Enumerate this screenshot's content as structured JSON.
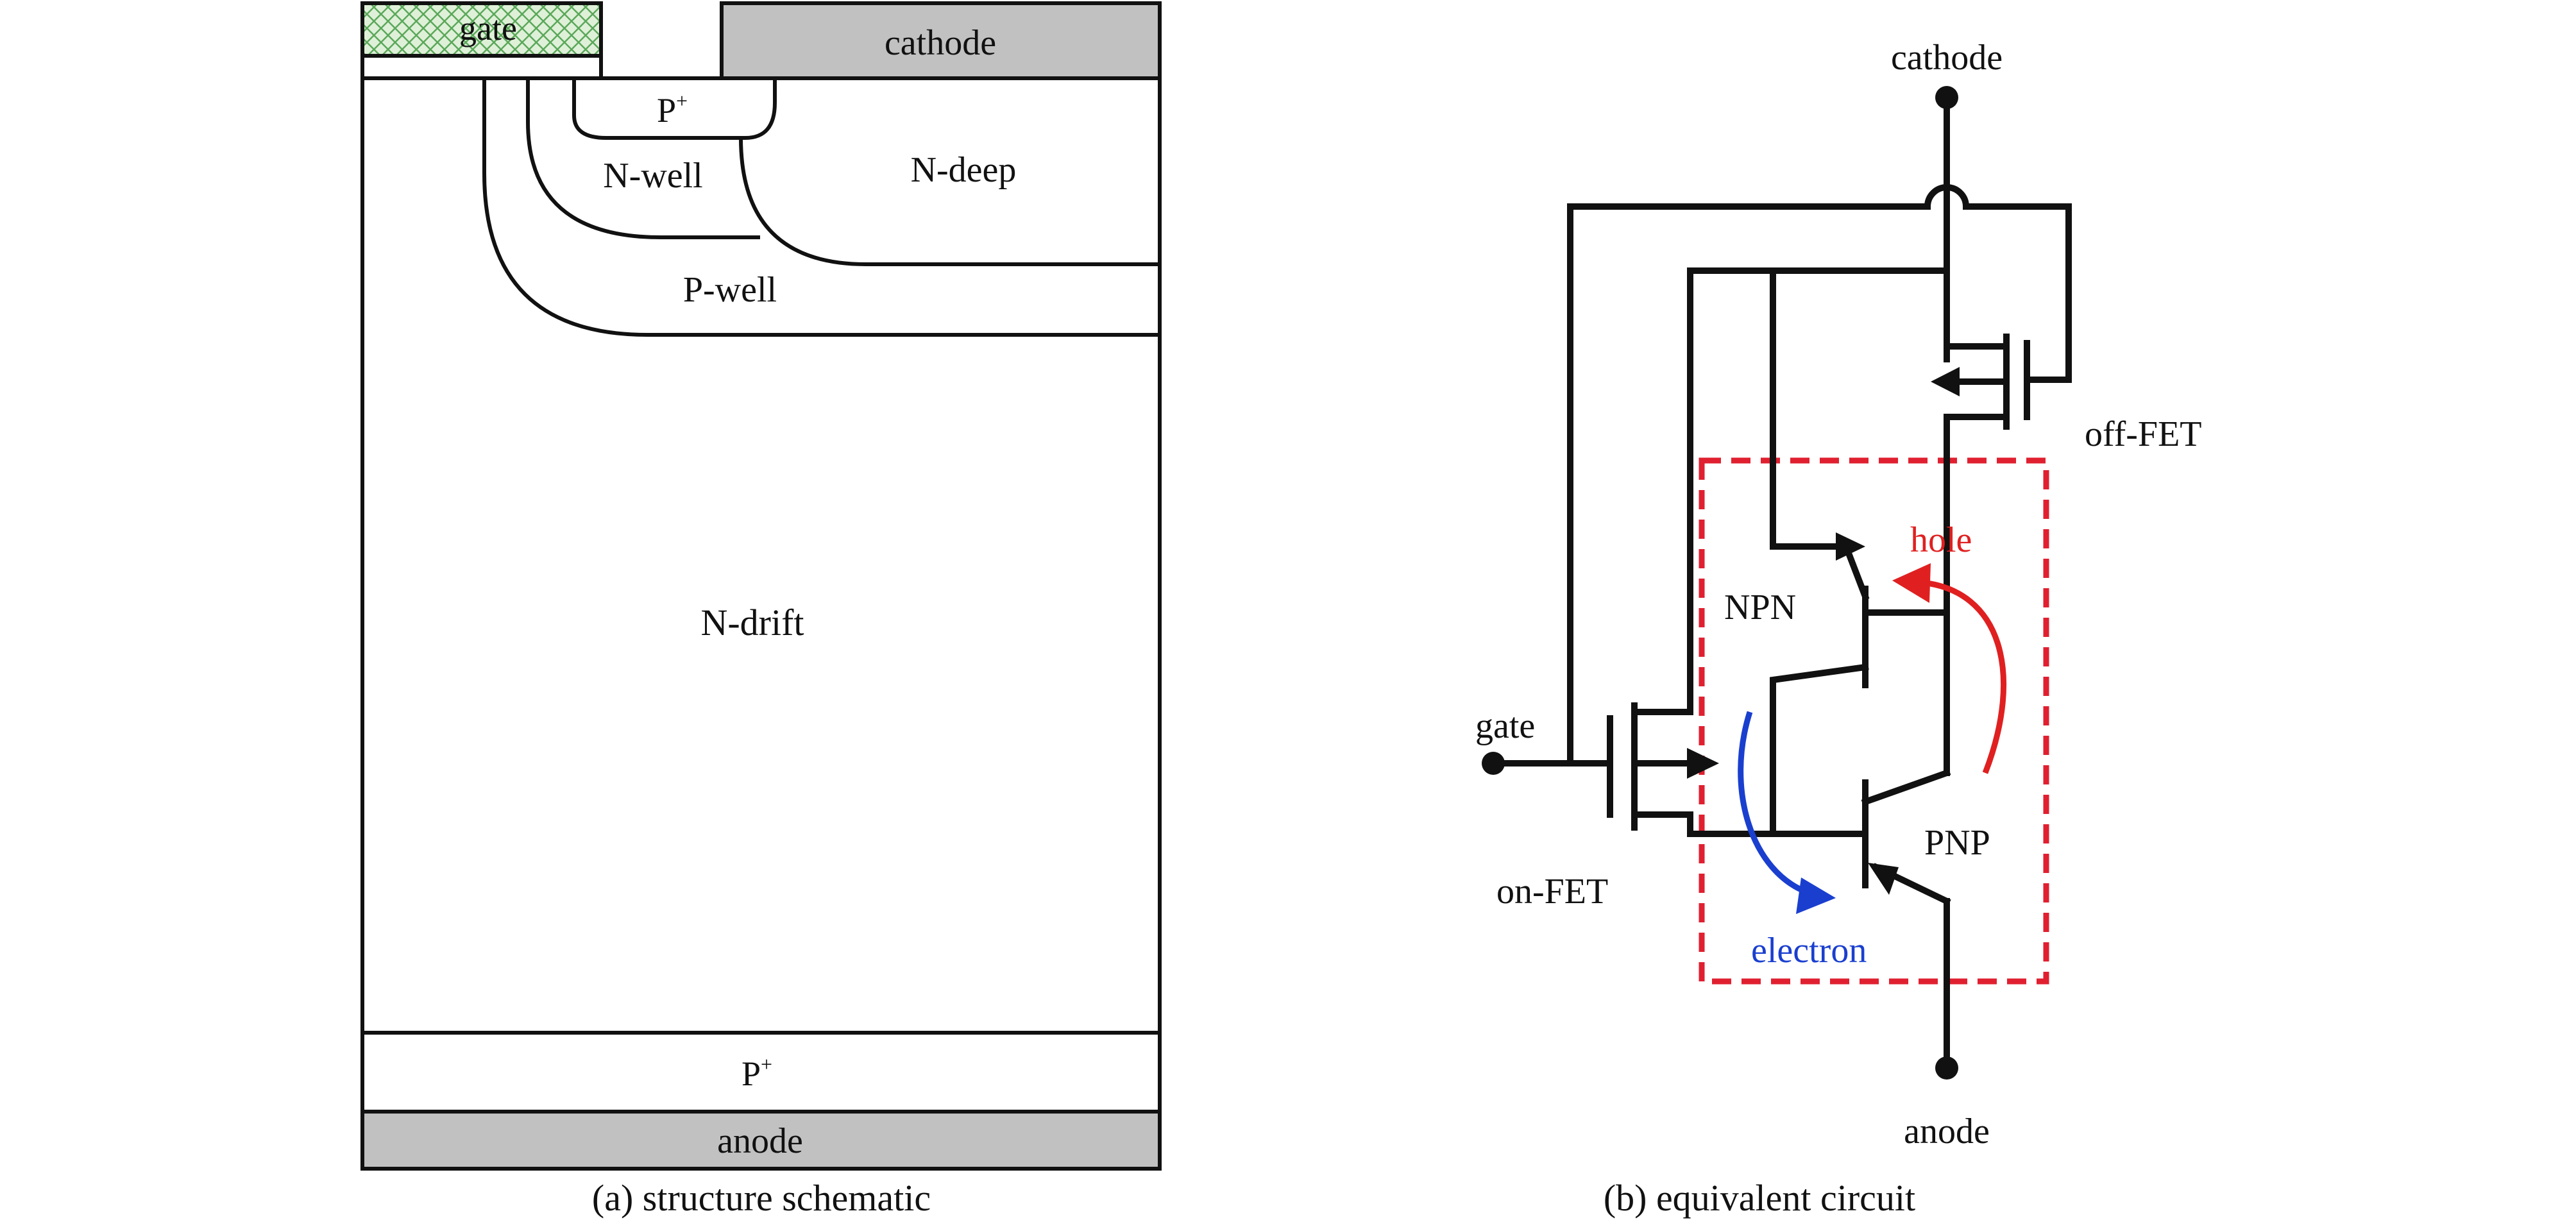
{
  "structure": {
    "gate": "gate",
    "cathode": "cathode",
    "p_plus_top": "P",
    "p_plus_top_sup": "+",
    "n_well": "N-well",
    "n_deep": "N-deep",
    "p_well": "P-well",
    "n_drift": "N-drift",
    "p_plus_bottom": "P",
    "p_plus_bottom_sup": "+",
    "anode": "anode",
    "caption": "(a) structure schematic"
  },
  "circuit": {
    "cathode": "cathode",
    "off_fet": "off-FET",
    "hole": "hole",
    "npn": "NPN",
    "gate": "gate",
    "pnp": "PNP",
    "on_fet": "on-FET",
    "electron": "electron",
    "anode": "anode",
    "caption": "(b) equivalent circuit"
  },
  "colors": {
    "metal": "#c0c1c0",
    "gate_fill": "#dff0d8",
    "gate_hatch": "#5aa85a",
    "hole_arrow": "#e02020",
    "electron_arrow": "#1a3fcf",
    "dashed_box": "#e02030"
  }
}
